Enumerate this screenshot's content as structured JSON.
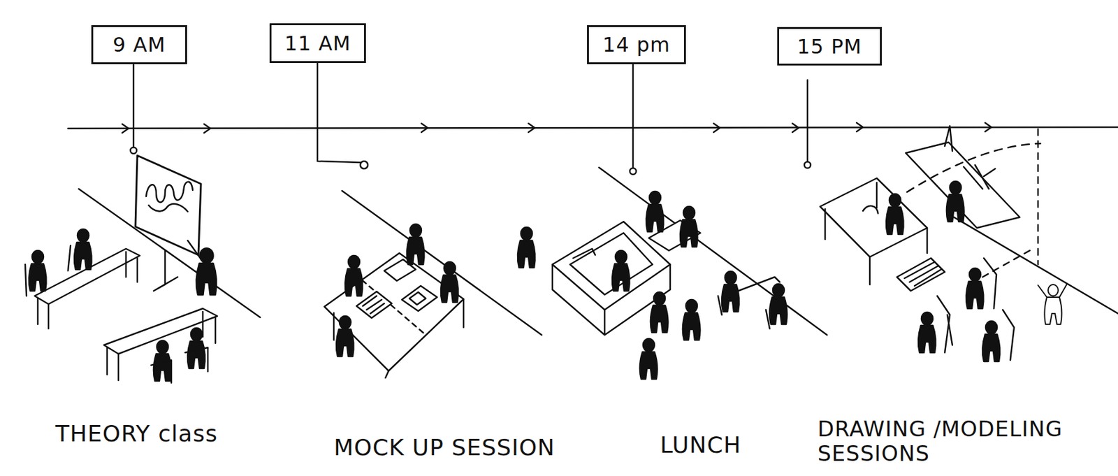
{
  "diagram": {
    "nodes": [
      {
        "text": [
          "9 AM"
        ]
      },
      {
        "text": [
          "11 AM"
        ]
      },
      {
        "text": [
          "14 pm"
        ]
      },
      {
        "text": [
          "15 PM"
        ]
      }
    ],
    "labels": [
      "THEORY class",
      "MOCK UP SESSION",
      "LUNCH",
      "DRAWING /MODELING SESSIONS"
    ]
  }
}
